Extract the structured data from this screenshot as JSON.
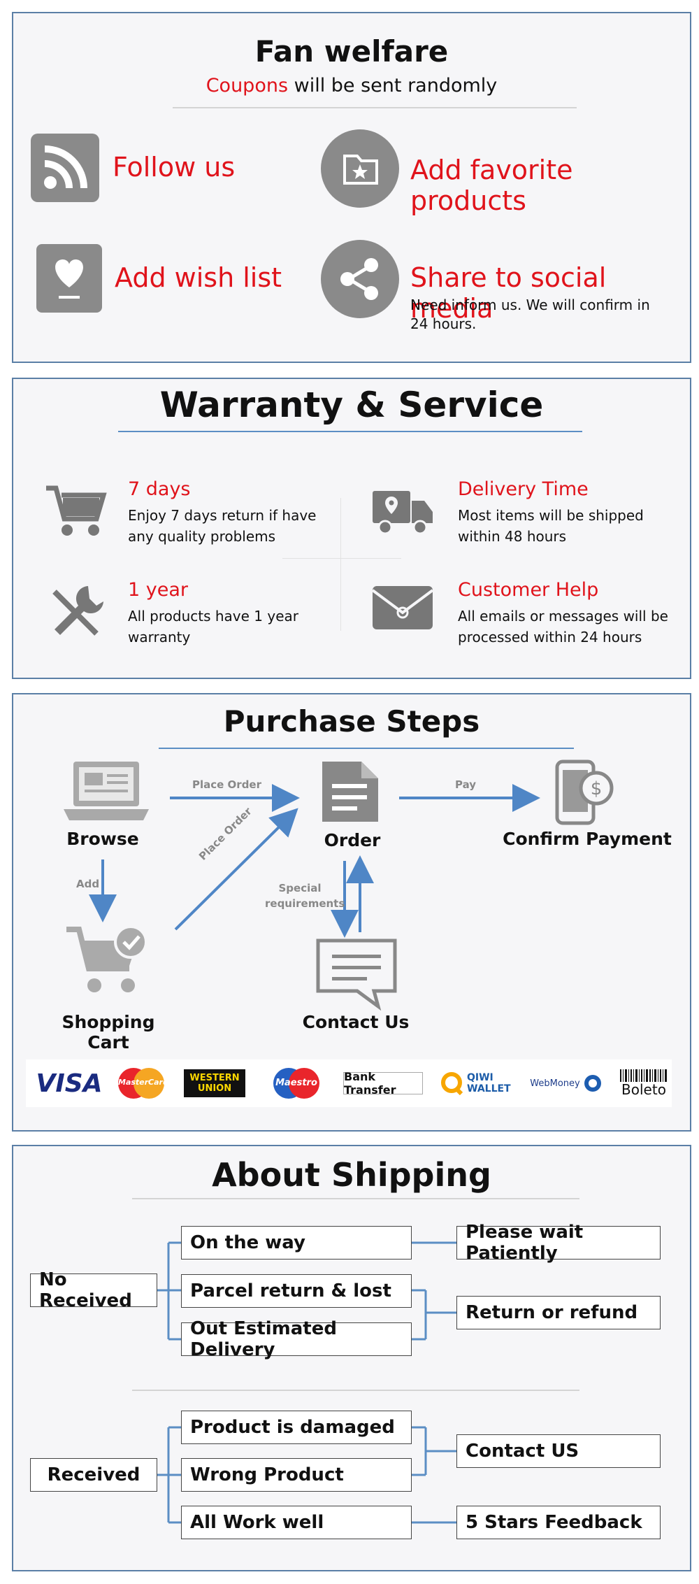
{
  "fan": {
    "title": "Fan welfare",
    "subtitle_highlight": "Coupons",
    "subtitle_rest": " will be sent randomly",
    "items": [
      {
        "label": "Follow us",
        "icon": "rss-icon"
      },
      {
        "label": "Add favorite products",
        "icon": "folder-star-icon"
      },
      {
        "label": "Add wish list",
        "icon": "heart-icon"
      },
      {
        "label": "Share to social media",
        "icon": "share-icon"
      }
    ],
    "note": "Need inform us. We will confirm in 24 hours."
  },
  "warranty": {
    "title": "Warranty & Service",
    "items": [
      {
        "title": "7 days",
        "desc": "Enjoy 7 days return if have any quality problems",
        "icon": "cart-icon"
      },
      {
        "title": "Delivery Time",
        "desc": "Most items will be shipped within 48 hours",
        "icon": "truck-icon"
      },
      {
        "title": "1 year",
        "desc": "All products have 1 year warranty",
        "icon": "tools-icon"
      },
      {
        "title": "Customer Help",
        "desc": "All emails or messages will be processed within 24 hours",
        "icon": "envelope-icon"
      }
    ]
  },
  "purchase": {
    "title": "Purchase Steps",
    "nodes": {
      "browse": "Browse",
      "order": "Order",
      "confirm": "Confirm Payment",
      "cart": "Shopping Cart",
      "contact": "Contact Us"
    },
    "edges": {
      "place_order_1": "Place Order",
      "pay": "Pay",
      "add": "Add",
      "place_order_2": "Place Order",
      "special": "Special requirements"
    },
    "payments": {
      "visa": "VISA",
      "mastercard": "MasterCard",
      "western": "WESTERN UNION",
      "maestro": "Maestro",
      "bank": "Bank Transfer",
      "qiwi": "QIWI WALLET",
      "webmoney": "WebMoney",
      "boleto": "Boleto"
    }
  },
  "shipping": {
    "title": "About Shipping",
    "no_received": "No Received",
    "received": "Received",
    "group1": [
      "On the way",
      "Parcel return & lost",
      "Out Estimated Delivery"
    ],
    "group1_results": [
      "Please wait Patiently",
      "Return or refund"
    ],
    "group2": [
      "Product is damaged",
      "Wrong Product",
      "All Work well"
    ],
    "group2_results": [
      "Contact US",
      "5 Stars Feedback"
    ]
  },
  "colors": {
    "accent_red": "#e0131b",
    "border_blue": "#5b7fa6",
    "arrow_blue": "#5b8ec4",
    "icon_gray": "#8a8a8a"
  }
}
